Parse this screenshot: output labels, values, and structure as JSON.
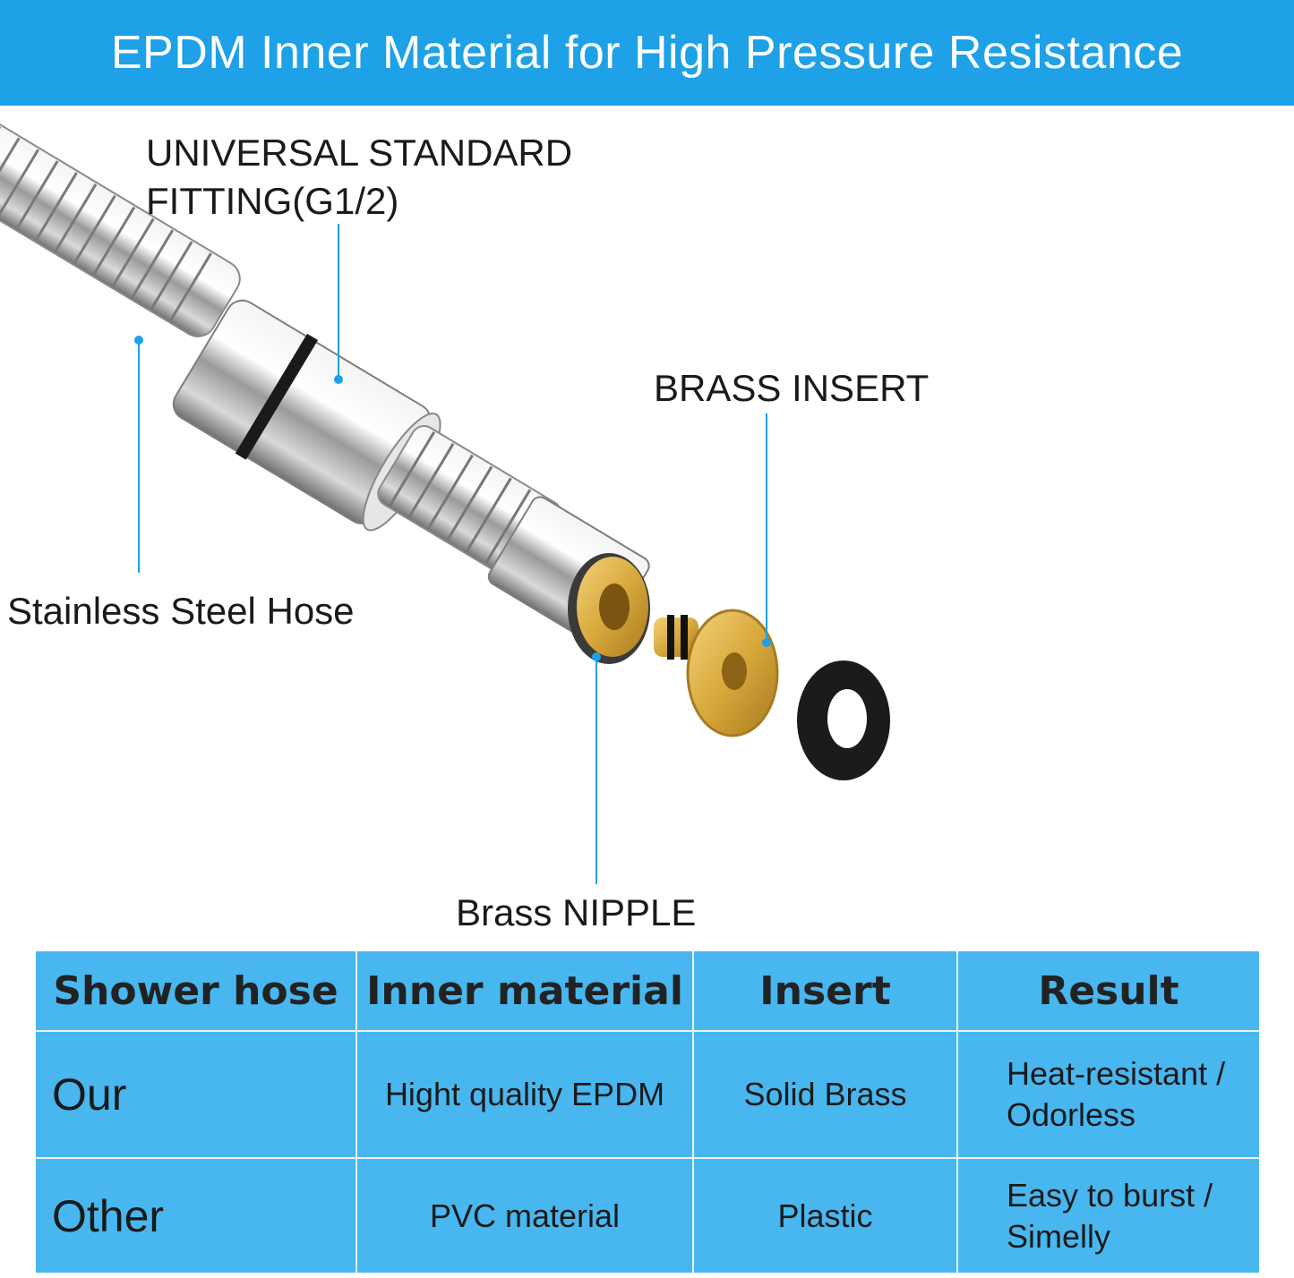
{
  "banner": {
    "title": "EPDM Inner Material for High Pressure Resistance"
  },
  "colors": {
    "banner": "#1ea1e6",
    "table": "#48b7ef",
    "leader_line": "#1ea1e6",
    "brass": "#d8a93c"
  },
  "callouts": {
    "fitting": "UNIVERSAL STANDARD FITTING(G1/2)",
    "brass_insert": "BRASS INSERT",
    "hose": "Stainless Steel Hose",
    "nipple": "Brass NIPPLE"
  },
  "table": {
    "headers": [
      "Shower hose",
      "Inner material",
      "Insert",
      "Result"
    ],
    "rows": [
      {
        "label": "Our",
        "inner": "Hight quality EPDM",
        "insert": "Solid Brass",
        "result": "Heat-resistant /\nOdorless"
      },
      {
        "label": "Other",
        "inner": "PVC material",
        "insert": "Plastic",
        "result": "Easy to burst /\nSimelly"
      }
    ]
  }
}
